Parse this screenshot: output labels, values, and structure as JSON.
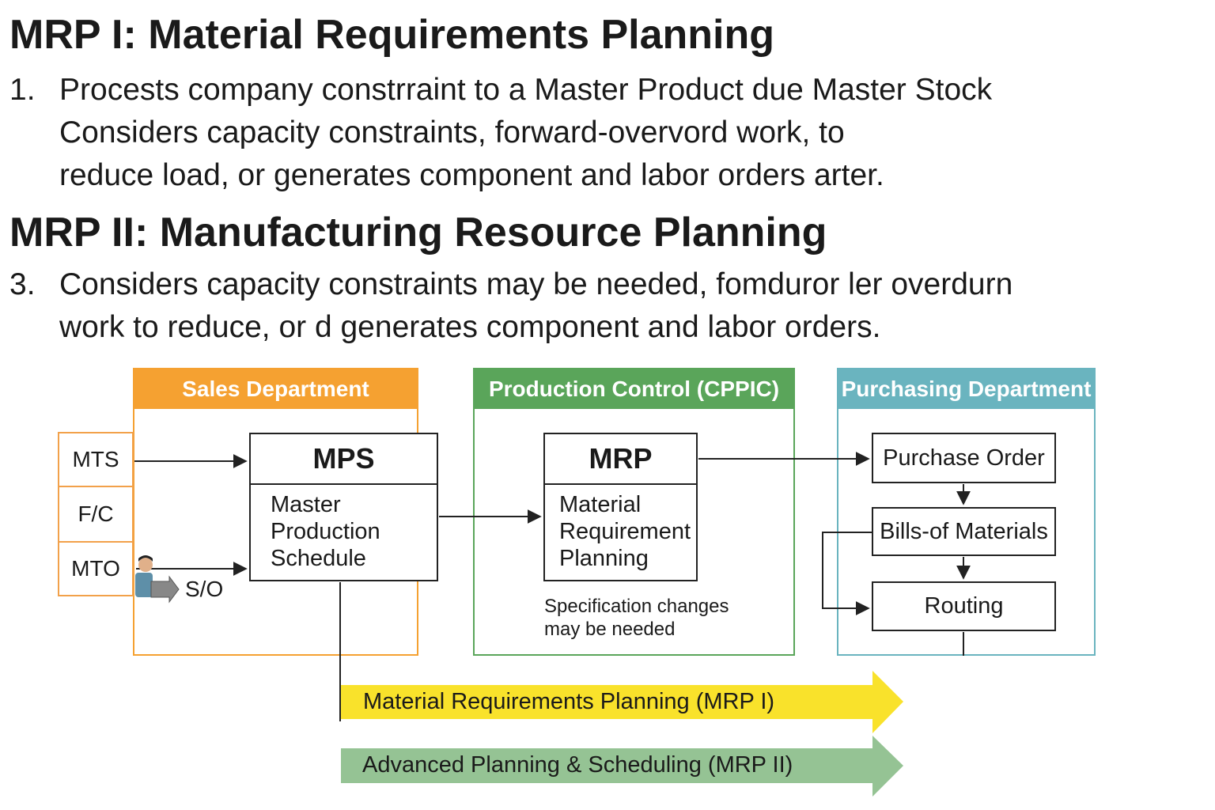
{
  "heading1": "MRP I: Material Requirements Planning",
  "item1": {
    "number": "1.",
    "lines": [
      "Procests company constrraint to a Master Product due Master Stock",
      "Considers capacity constraints, forward-overvord work, to",
      "reduce load, or generates component and labor orders arter."
    ]
  },
  "heading2": "MRP II: Manufacturing Resource Planning",
  "item3": {
    "number": "3.",
    "lines": [
      "Considers capacity constraints may be needed, fomduror ler overdurn",
      "work to reduce, or d generates component and labor orders."
    ]
  },
  "departments": {
    "sales": {
      "title": "Sales Department",
      "color": "#f5a131"
    },
    "production": {
      "title": "Production Control (CPPIC)",
      "color": "#5aa55a"
    },
    "purchasing": {
      "title": "Purchasing Department",
      "color": "#6ab4bf"
    }
  },
  "order_types": [
    "MTS",
    "F/C",
    "MTO"
  ],
  "so_label": "S/O",
  "mps": {
    "title": "MPS",
    "lines": [
      "Master",
      "Production",
      "Schedule"
    ]
  },
  "mrp": {
    "title": "MRP",
    "lines": [
      "Material",
      "Requirement",
      "Planning"
    ]
  },
  "spec_note": [
    "Specification changes",
    "may be needed"
  ],
  "purchasing_items": [
    "Purchase Order",
    "Bills-of Materials",
    "Routing"
  ],
  "bands": [
    {
      "label": "Material Requirements Planning (MRP I)",
      "color": "#f9e22b"
    },
    {
      "label": "Advanced Planning & Scheduling (MRP II)",
      "color": "#95c394"
    }
  ]
}
